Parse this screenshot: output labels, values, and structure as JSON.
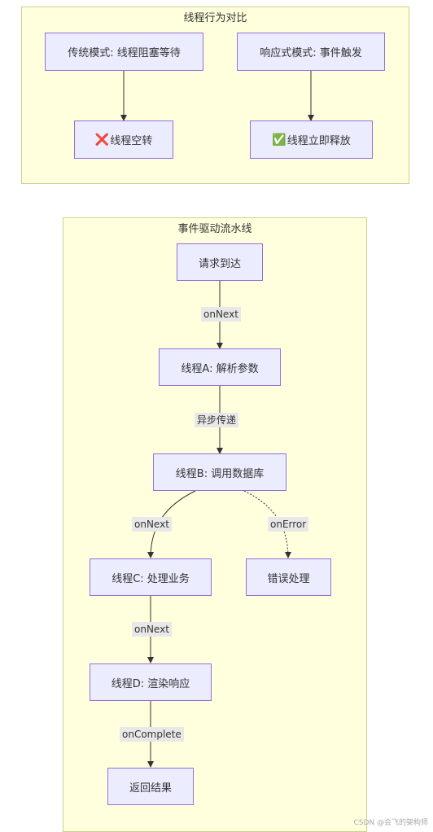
{
  "clusters": {
    "compare": {
      "title": "线程行为对比"
    },
    "pipeline": {
      "title": "事件驱动流水线"
    }
  },
  "nodes": {
    "traditional": "传统模式: 线程阻塞等待",
    "reactive": "响应式模式: 事件触发",
    "idle": "线程空转",
    "release": "线程立即释放",
    "request": "请求到达",
    "thread_a": "线程A: 解析参数",
    "thread_b": "线程B: 调用数据库",
    "thread_c": "线程C: 处理业务",
    "error": "错误处理",
    "thread_d": "线程D: 渲染响应",
    "result": "返回结果"
  },
  "icons": {
    "idle": "❌",
    "release": "✅"
  },
  "edges": {
    "request_to_a": "onNext",
    "a_to_b": "异步传递",
    "b_to_c": "onNext",
    "b_to_error": "onError",
    "c_to_d": "onNext",
    "d_to_result": "onComplete"
  },
  "watermark": "CSDN @会飞的架构师",
  "colors": {
    "cluster_fill": "#ffffde",
    "cluster_border": "#d0d08a",
    "node_fill": "#ececff",
    "node_border": "#9370db",
    "edge": "#333333"
  }
}
